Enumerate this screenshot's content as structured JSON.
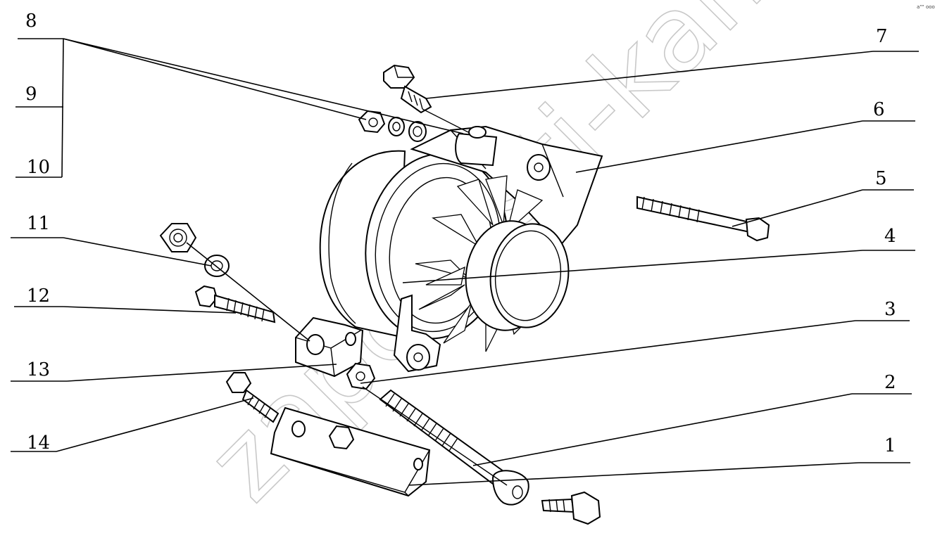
{
  "watermark": "zapchasti-kamaz.ru",
  "corner_mark": "a\"\" ooo",
  "callouts": [
    {
      "id": "8",
      "label": "8"
    },
    {
      "id": "9",
      "label": "9"
    },
    {
      "id": "10",
      "label": "10"
    },
    {
      "id": "11",
      "label": "11"
    },
    {
      "id": "12",
      "label": "12"
    },
    {
      "id": "13",
      "label": "13"
    },
    {
      "id": "14",
      "label": "14"
    },
    {
      "id": "7",
      "label": "7"
    },
    {
      "id": "6",
      "label": "6"
    },
    {
      "id": "5",
      "label": "5"
    },
    {
      "id": "4",
      "label": "4"
    },
    {
      "id": "3",
      "label": "3"
    },
    {
      "id": "2",
      "label": "2"
    },
    {
      "id": "1",
      "label": "1"
    }
  ]
}
